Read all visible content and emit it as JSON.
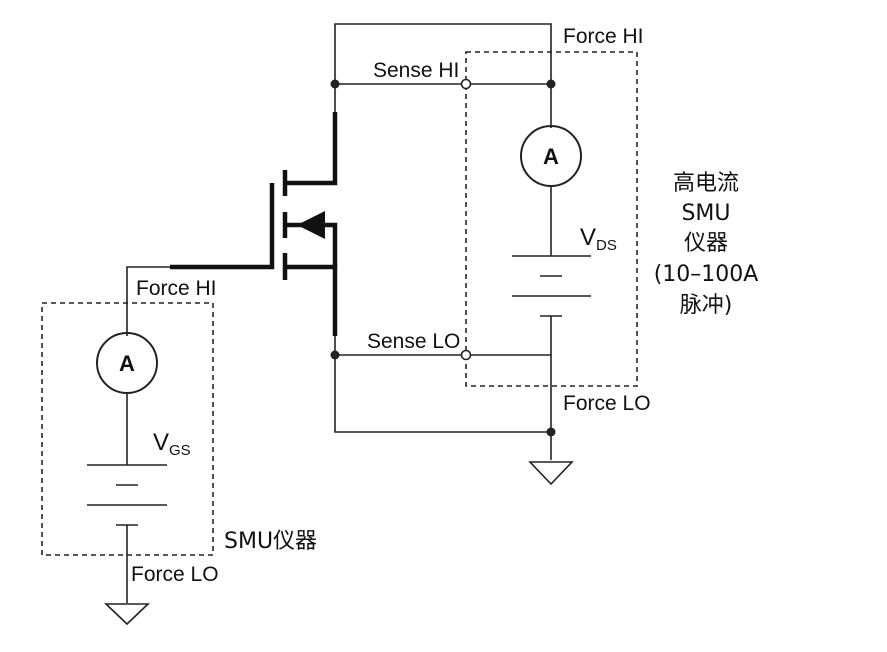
{
  "diagram": {
    "left_smu": {
      "force_hi": "Force HI",
      "force_lo": "Force LO",
      "meter": "A",
      "voltage_main": "V",
      "voltage_sub": "GS",
      "instrument_label": "SMU仪器"
    },
    "right_smu": {
      "force_hi": "Force HI",
      "force_lo": "Force LO",
      "sense_hi": "Sense HI",
      "sense_lo": "Sense LO",
      "meter": "A",
      "voltage_main": "V",
      "voltage_sub": "DS",
      "instrument_label_lines": [
        "高电流",
        "SMU",
        "仪器",
        "(10–100A",
        "脉冲)"
      ]
    },
    "colors": {
      "wire": "#222222",
      "background": "#ffffff"
    }
  }
}
